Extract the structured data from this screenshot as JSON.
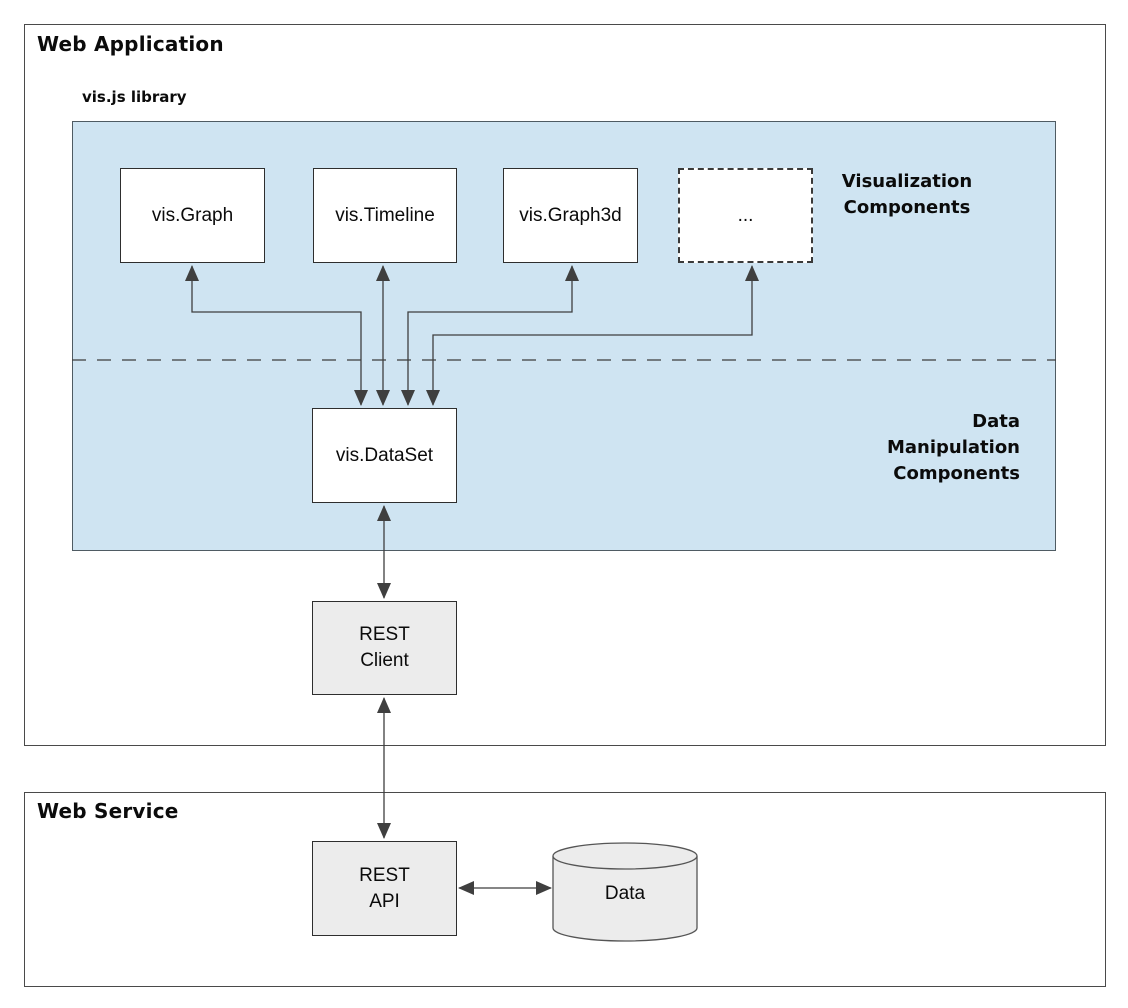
{
  "web_application": {
    "title": "Web Application"
  },
  "vis_library": {
    "title": "vis.js library",
    "section_labels": {
      "visualization": "Visualization\nComponents",
      "data_manipulation": "Data\nManipulation\nComponents"
    }
  },
  "web_service": {
    "title": "Web Service"
  },
  "nodes": {
    "graph": {
      "label": "vis.Graph"
    },
    "timeline": {
      "label": "vis.Timeline"
    },
    "graph3d": {
      "label": "vis.Graph3d"
    },
    "more": {
      "label": "..."
    },
    "dataset": {
      "label": "vis.DataSet"
    },
    "rest_client": {
      "label": "REST\nClient"
    },
    "rest_api": {
      "label": "REST\nAPI"
    },
    "data_store": {
      "label": "Data"
    }
  },
  "connections": [
    {
      "from": "vis.Graph",
      "to": "vis.DataSet",
      "bidirectional": true
    },
    {
      "from": "vis.Timeline",
      "to": "vis.DataSet",
      "bidirectional": true
    },
    {
      "from": "vis.Graph3d",
      "to": "vis.DataSet",
      "bidirectional": true
    },
    {
      "from": "...",
      "to": "vis.DataSet",
      "bidirectional": true
    },
    {
      "from": "vis.DataSet",
      "to": "REST Client",
      "bidirectional": true
    },
    {
      "from": "REST Client",
      "to": "REST API",
      "bidirectional": true
    },
    {
      "from": "REST API",
      "to": "Data",
      "bidirectional": true
    }
  ],
  "colors": {
    "panel_blue": "#cfe4f2",
    "node_white": "#ffffff",
    "node_gray": "#ececec",
    "line": "#3f3f3f"
  }
}
